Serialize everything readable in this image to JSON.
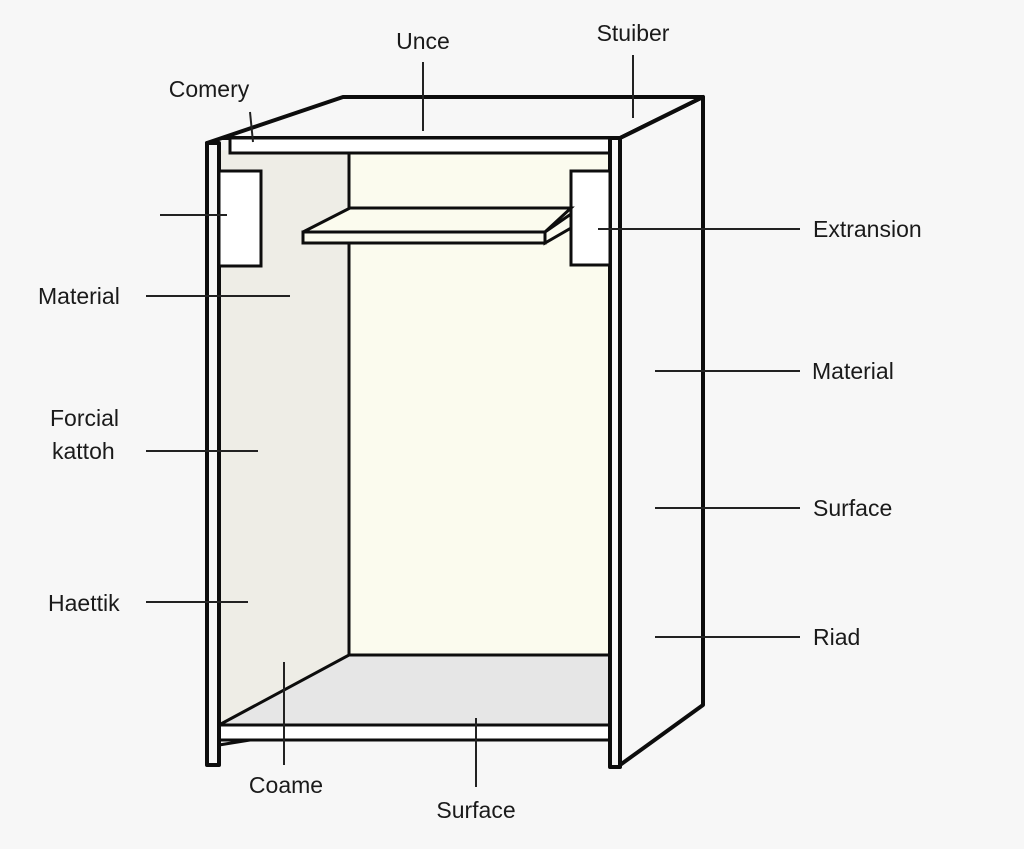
{
  "diagram": {
    "labels": {
      "top_center": "Unce",
      "top_right": "Stuiber",
      "top_left": "Comery",
      "left_material": "Material",
      "left_forcial_line1": "Forcial",
      "left_forcial_line2": "kattoh",
      "left_bottom": "Haettik",
      "right_extension": "Extransion",
      "right_material": "Material",
      "right_surface": "Surface",
      "right_bottom": "Riad",
      "bottom_left": "Coame",
      "bottom_center": "Surface"
    },
    "colors": {
      "background": "#f7f7f7",
      "back_wall": "#fbfbee",
      "left_wall": "#eeede6",
      "right_side": "#e4e4e2",
      "floor": "#e6e6e6",
      "outline": "#0d0d0d"
    }
  }
}
